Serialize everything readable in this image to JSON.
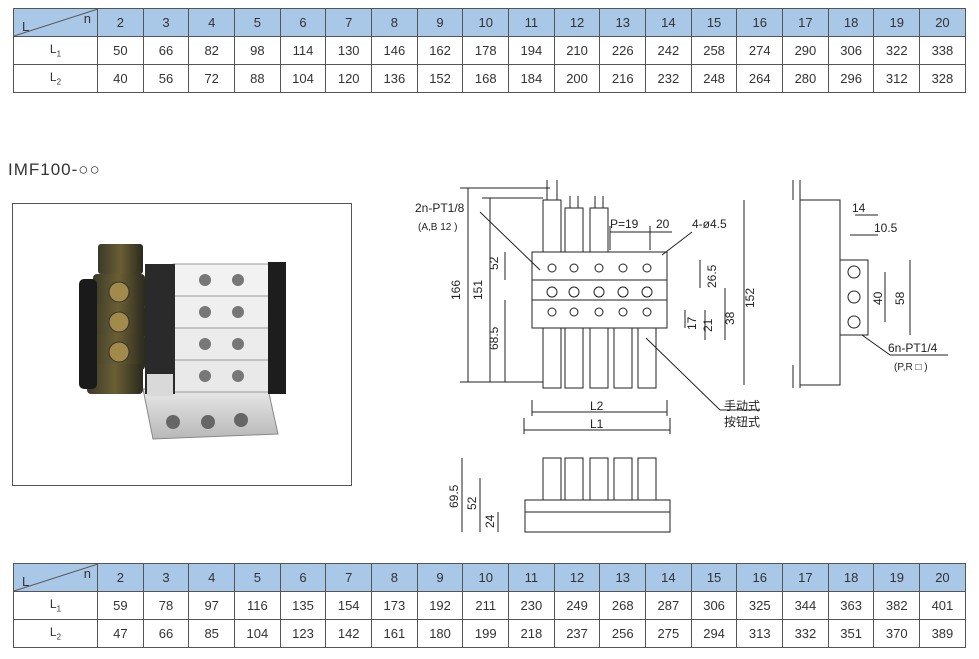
{
  "top_table": {
    "corner_row_label": "L",
    "corner_col_label": "n",
    "n_values": [
      "2",
      "3",
      "4",
      "5",
      "6",
      "7",
      "8",
      "9",
      "10",
      "11",
      "12",
      "13",
      "14",
      "15",
      "16",
      "17",
      "18",
      "19",
      "20"
    ],
    "rows": [
      {
        "label": "L",
        "sub": "1",
        "values": [
          "50",
          "66",
          "82",
          "98",
          "114",
          "130",
          "146",
          "162",
          "178",
          "194",
          "210",
          "226",
          "242",
          "258",
          "274",
          "290",
          "306",
          "322",
          "338"
        ]
      },
      {
        "label": "L",
        "sub": "2",
        "values": [
          "40",
          "56",
          "72",
          "88",
          "104",
          "120",
          "136",
          "152",
          "168",
          "184",
          "200",
          "216",
          "232",
          "248",
          "264",
          "280",
          "296",
          "312",
          "328"
        ]
      }
    ]
  },
  "model_title": "IMF100-○○",
  "drawing": {
    "port_label_1": "2n-PT1/8",
    "port_label_1_sub": "(A,B 12 )",
    "pitch_label": "P=19",
    "dim_20": "20",
    "hole_label": "4-ø4.5",
    "dim_166": "166",
    "dim_151": "151",
    "dim_52": "52",
    "dim_68_5": "68.5",
    "dim_26_5": "26.5",
    "dim_152": "152",
    "dim_17": "17",
    "dim_21": "21",
    "dim_38": "38",
    "dim_L2": "L2",
    "dim_L1": "L1",
    "manual_label_1": "手动式",
    "manual_label_2": "按钮式",
    "dim_14": "14",
    "dim_10_5": "10.5",
    "dim_40": "40",
    "dim_58": "58",
    "port_label_2": "6n-PT1/4",
    "port_label_2_sub": "(P,R □ )",
    "dim_69_5": "69.5",
    "dim_52b": "52",
    "dim_24": "24"
  },
  "bottom_table": {
    "corner_row_label": "L",
    "corner_col_label": "n",
    "n_values": [
      "2",
      "3",
      "4",
      "5",
      "6",
      "7",
      "8",
      "9",
      "10",
      "11",
      "12",
      "13",
      "14",
      "15",
      "16",
      "17",
      "18",
      "19",
      "20"
    ],
    "rows": [
      {
        "label": "L",
        "sub": "1",
        "values": [
          "59",
          "78",
          "97",
          "116",
          "135",
          "154",
          "173",
          "192",
          "211",
          "230",
          "249",
          "268",
          "287",
          "306",
          "325",
          "344",
          "363",
          "382",
          "401"
        ]
      },
      {
        "label": "L",
        "sub": "2",
        "values": [
          "47",
          "66",
          "85",
          "104",
          "123",
          "142",
          "161",
          "180",
          "199",
          "218",
          "237",
          "256",
          "275",
          "294",
          "313",
          "332",
          "351",
          "370",
          "389"
        ]
      }
    ]
  }
}
